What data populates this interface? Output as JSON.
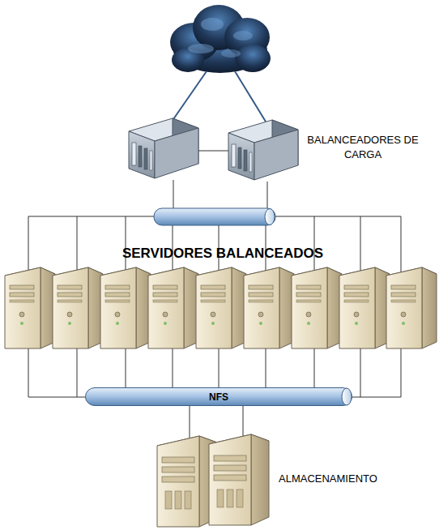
{
  "diagram": {
    "nodes": [
      {
        "text": [
          "NFS"
        ]
      }
    ],
    "labels": [
      "BALANCEADORES DE CARGA",
      "SERVIDORES BALANCEADOS",
      "ALMACENAMIENTO"
    ]
  }
}
